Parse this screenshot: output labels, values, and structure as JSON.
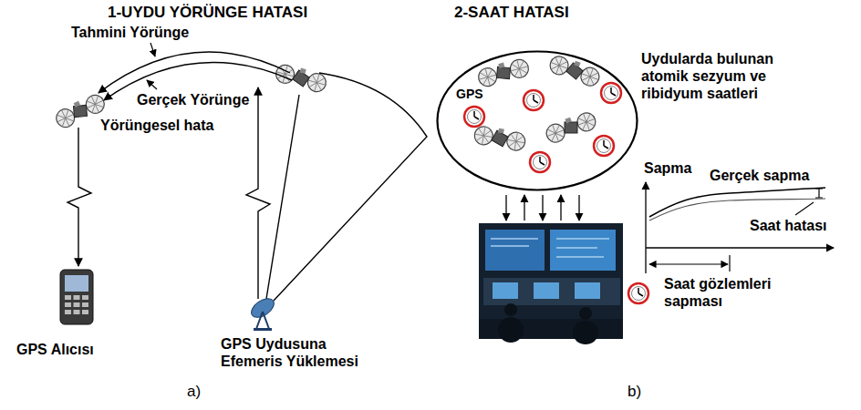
{
  "diagram": {
    "nodes": [
      {
        "text": [
          "GPS"
        ]
      }
    ],
    "labels": [
      "1-UYDU YÖRÜNGE HATASI",
      "Tahmini Yörünge",
      "Gerçek Yörünge",
      "Yörüngesel hata",
      "GPS Alıcısı",
      "GPS Uydusuna Efemeris Yüklemesi",
      "a)",
      "2-SAAT HATASI",
      "Uydularda bulunan atomik sezyum ve ribidyum saatleri",
      "Sapma",
      "Gerçek sapma",
      "Saat hatası",
      "Saat gözlemleri sapması",
      "b)"
    ]
  }
}
